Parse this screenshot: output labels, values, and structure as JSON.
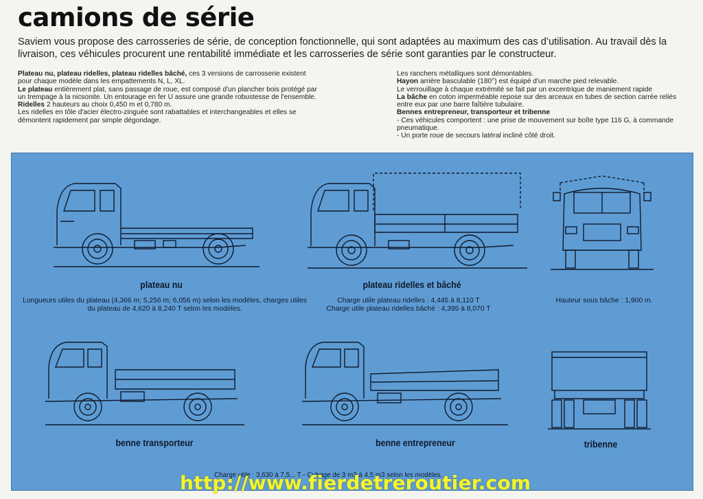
{
  "page": {
    "title": "camions de série",
    "intro": "Saviem vous propose des carrosseries de série, de conception fonctionnelle, qui sont adaptées au maximum des cas d’utilisation. Au travail dès la livraison, ces véhicules procurent une rentabilité immédiate et les carrosseries de série sont garanties par le constructeur."
  },
  "left_column": {
    "p1_bold": "Plateau nu, plateau ridelles, plateau ridelles bâché,",
    "p1_text": " ces 3 versions de carrosserie existent pour chaque modèle dans les empattements N, L, XL.",
    "p2_bold": "Le plateau",
    "p2_text": " entièrement plat, sans passage de roue, est composé d'un plancher bois protégé par un trempage à la nicsonite. Un entourage en fer U assure une grande robustesse de l'ensemble.",
    "p3_bold": "Ridelles",
    "p3_text": " 2 hauteurs au choix 0,450 m et 0,780 m.",
    "p4": "Les ridelles en tôle d'acier électro-zinguée sont rabattables et interchangeables et elles se démontent rapidement par simple dégondage."
  },
  "right_column": {
    "p1": "Les ranchers métalliques sont démontables.",
    "p2_bold": "Hayon",
    "p2_text": " arrière basculable (180°) est équipé d'un marche pied relevable.",
    "p3": "Le verrouillage à chaque extrémité se fait par un excentrique de maniement rapide",
    "p4_bold": "La bâche",
    "p4_text": " en coton imperméable repose sur des arceaux en tubes de section carrée reliés entre eux par une barre faîtière tubulaire.",
    "p5_bold": "Bennes entrepreneur, transporteur et tribenne",
    "p6": "- Ces véhicules comportent : une prise de mouvement sur boîte type 116 G, à commande pneumatique.",
    "p7": "- Un porte roue de secours latéral incliné côté droit."
  },
  "panel": {
    "caption_plateau_nu": "plateau nu",
    "note_plateau_nu": "Longueurs utiles du plateau (4,366 m; 5,256 m; 6,056 m) selon les modèles, charges utiles du plateau de 4,620 à 8,240 T selon les modèles.",
    "caption_ridelles": "plateau ridelles et bâché",
    "note_ridelles_1": "Charge utile plateau ridelles : 4,445 à 8,110 T",
    "note_ridelles_2": "Charge utile plateau ridelles bâché : 4,395 à 8,070 T",
    "note_bache": "Hauteur sous bâche : 1,900 m.",
    "caption_transporteur": "benne transporteur",
    "caption_entrepreneur": "benne entrepreneur",
    "caption_tribenne": "tribenne",
    "footnote": "Charge utile : 3,630 à 7,5... T - Cubage de 3 m3 à 4,5 m3 selon les modèles."
  },
  "watermark": "http://www.fierdetreroutier.com",
  "colors": {
    "panel_blue": "#5f9cd4",
    "line_navy": "#0f1a2c",
    "watermark_yellow": "#f3f52a"
  }
}
